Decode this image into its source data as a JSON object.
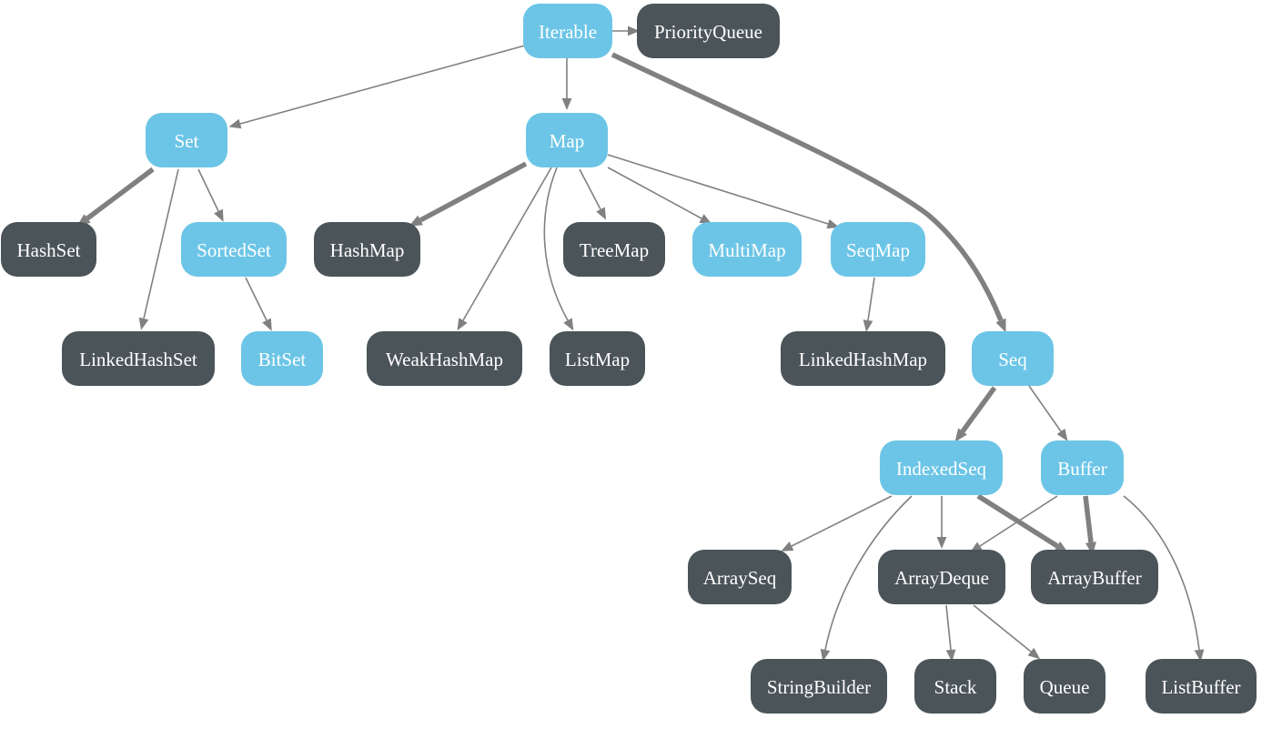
{
  "diagram": {
    "colors": {
      "trait": "#6cc5e6",
      "implementation": "#4a5459",
      "edge": "#808080",
      "label": "#ffffff"
    },
    "nodes": [
      {
        "id": "iterable",
        "label": "Iterable",
        "kind": "trait"
      },
      {
        "id": "priorityqueue",
        "label": "PriorityQueue",
        "kind": "impl"
      },
      {
        "id": "set",
        "label": "Set",
        "kind": "trait"
      },
      {
        "id": "map",
        "label": "Map",
        "kind": "trait"
      },
      {
        "id": "hashset",
        "label": "HashSet",
        "kind": "impl"
      },
      {
        "id": "sortedset",
        "label": "SortedSet",
        "kind": "trait"
      },
      {
        "id": "hashmap",
        "label": "HashMap",
        "kind": "impl"
      },
      {
        "id": "treemap",
        "label": "TreeMap",
        "kind": "impl"
      },
      {
        "id": "multimap",
        "label": "MultiMap",
        "kind": "trait"
      },
      {
        "id": "seqmap",
        "label": "SeqMap",
        "kind": "trait"
      },
      {
        "id": "linkedhashset",
        "label": "LinkedHashSet",
        "kind": "impl"
      },
      {
        "id": "bitset",
        "label": "BitSet",
        "kind": "trait"
      },
      {
        "id": "weakhashmap",
        "label": "WeakHashMap",
        "kind": "impl"
      },
      {
        "id": "listmap",
        "label": "ListMap",
        "kind": "impl"
      },
      {
        "id": "linkedhashmap",
        "label": "LinkedHashMap",
        "kind": "impl"
      },
      {
        "id": "seq",
        "label": "Seq",
        "kind": "trait"
      },
      {
        "id": "indexedseq",
        "label": "IndexedSeq",
        "kind": "trait"
      },
      {
        "id": "buffer",
        "label": "Buffer",
        "kind": "trait"
      },
      {
        "id": "arrayseq",
        "label": "ArraySeq",
        "kind": "impl"
      },
      {
        "id": "arraydeque",
        "label": "ArrayDeque",
        "kind": "impl"
      },
      {
        "id": "arraybuffer",
        "label": "ArrayBuffer",
        "kind": "impl"
      },
      {
        "id": "stringbuilder",
        "label": "StringBuilder",
        "kind": "impl"
      },
      {
        "id": "stack",
        "label": "Stack",
        "kind": "impl"
      },
      {
        "id": "queue",
        "label": "Queue",
        "kind": "impl"
      },
      {
        "id": "listbuffer",
        "label": "ListBuffer",
        "kind": "impl"
      }
    ],
    "edges": [
      {
        "from": "iterable",
        "to": "priorityqueue",
        "weight": "thin"
      },
      {
        "from": "iterable",
        "to": "set",
        "weight": "thin"
      },
      {
        "from": "iterable",
        "to": "map",
        "weight": "thin"
      },
      {
        "from": "iterable",
        "to": "seq",
        "weight": "thick"
      },
      {
        "from": "set",
        "to": "hashset",
        "weight": "thick"
      },
      {
        "from": "set",
        "to": "sortedset",
        "weight": "thin"
      },
      {
        "from": "set",
        "to": "linkedhashset",
        "weight": "thin"
      },
      {
        "from": "sortedset",
        "to": "bitset",
        "weight": "thin"
      },
      {
        "from": "map",
        "to": "hashmap",
        "weight": "thick"
      },
      {
        "from": "map",
        "to": "weakhashmap",
        "weight": "thin"
      },
      {
        "from": "map",
        "to": "listmap",
        "weight": "thin"
      },
      {
        "from": "map",
        "to": "treemap",
        "weight": "thin"
      },
      {
        "from": "map",
        "to": "multimap",
        "weight": "thin"
      },
      {
        "from": "map",
        "to": "seqmap",
        "weight": "thin"
      },
      {
        "from": "seqmap",
        "to": "linkedhashmap",
        "weight": "thin"
      },
      {
        "from": "seq",
        "to": "indexedseq",
        "weight": "thick"
      },
      {
        "from": "seq",
        "to": "buffer",
        "weight": "thin"
      },
      {
        "from": "indexedseq",
        "to": "arrayseq",
        "weight": "thin"
      },
      {
        "from": "indexedseq",
        "to": "stringbuilder",
        "weight": "thin"
      },
      {
        "from": "indexedseq",
        "to": "arraydeque",
        "weight": "thin"
      },
      {
        "from": "indexedseq",
        "to": "arraybuffer",
        "weight": "thick"
      },
      {
        "from": "buffer",
        "to": "arraydeque",
        "weight": "thin"
      },
      {
        "from": "buffer",
        "to": "arraybuffer",
        "weight": "thick"
      },
      {
        "from": "buffer",
        "to": "listbuffer",
        "weight": "thin"
      },
      {
        "from": "arraydeque",
        "to": "stack",
        "weight": "thin"
      },
      {
        "from": "arraydeque",
        "to": "queue",
        "weight": "thin"
      }
    ]
  }
}
